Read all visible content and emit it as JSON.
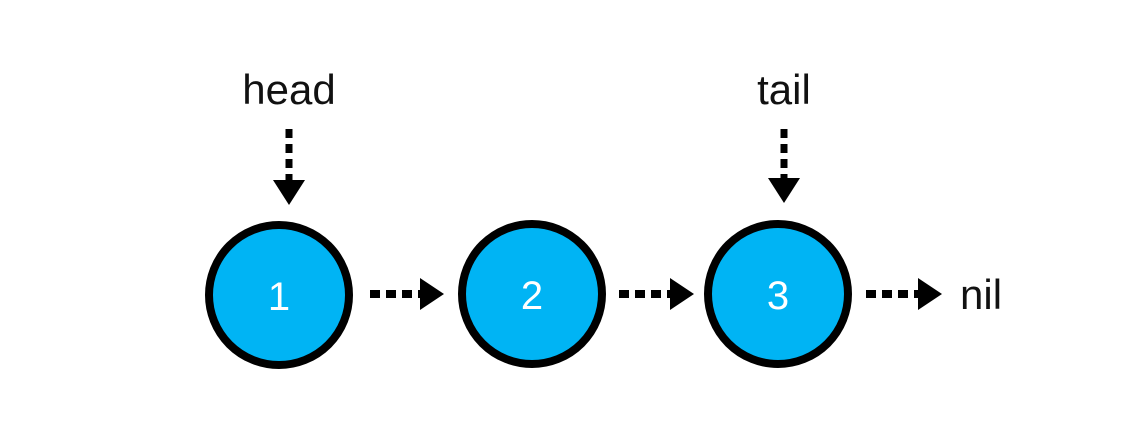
{
  "pointers": {
    "head": "head",
    "tail": "tail"
  },
  "nodes": [
    "1",
    "2",
    "3"
  ],
  "terminator": "nil",
  "colors": {
    "node_fill": "#00B4F4",
    "node_stroke": "#000000",
    "arrow": "#000000",
    "node_text": "#ffffff",
    "text": "#111111"
  }
}
